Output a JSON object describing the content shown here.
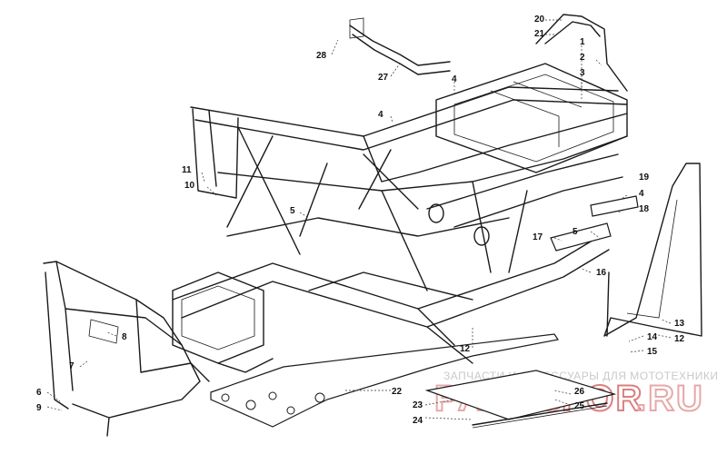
{
  "callouts": [
    {
      "id": "c1",
      "text": "1"
    },
    {
      "id": "c2",
      "text": "2"
    },
    {
      "id": "c3",
      "text": "3"
    },
    {
      "id": "c4a",
      "text": "4"
    },
    {
      "id": "c4b",
      "text": "4"
    },
    {
      "id": "c4c",
      "text": "4"
    },
    {
      "id": "c5a",
      "text": "5"
    },
    {
      "id": "c5b",
      "text": "5"
    },
    {
      "id": "c6",
      "text": "6"
    },
    {
      "id": "c7",
      "text": "7"
    },
    {
      "id": "c8",
      "text": "8"
    },
    {
      "id": "c9",
      "text": "9"
    },
    {
      "id": "c10",
      "text": "10"
    },
    {
      "id": "c11",
      "text": "11"
    },
    {
      "id": "c12a",
      "text": "12"
    },
    {
      "id": "c12b",
      "text": "12"
    },
    {
      "id": "c13",
      "text": "13"
    },
    {
      "id": "c14",
      "text": "14"
    },
    {
      "id": "c15",
      "text": "15"
    },
    {
      "id": "c16",
      "text": "16"
    },
    {
      "id": "c17",
      "text": "17"
    },
    {
      "id": "c18",
      "text": "18"
    },
    {
      "id": "c19",
      "text": "19"
    },
    {
      "id": "c20",
      "text": "20"
    },
    {
      "id": "c21",
      "text": "21"
    },
    {
      "id": "c22",
      "text": "22"
    },
    {
      "id": "c23",
      "text": "23"
    },
    {
      "id": "c24",
      "text": "24"
    },
    {
      "id": "c25",
      "text": "25"
    },
    {
      "id": "c26",
      "text": "26"
    },
    {
      "id": "c27",
      "text": "27"
    },
    {
      "id": "c28",
      "text": "28"
    }
  ],
  "watermark": {
    "tagline": "ЗАПЧАСТИ И АКСЕССУАРЫ ДЛЯ МОТОТЕХНИКИ",
    "logo_part1": "PARTS",
    "logo_part2": "FOR",
    "logo_part3": ".RU"
  }
}
